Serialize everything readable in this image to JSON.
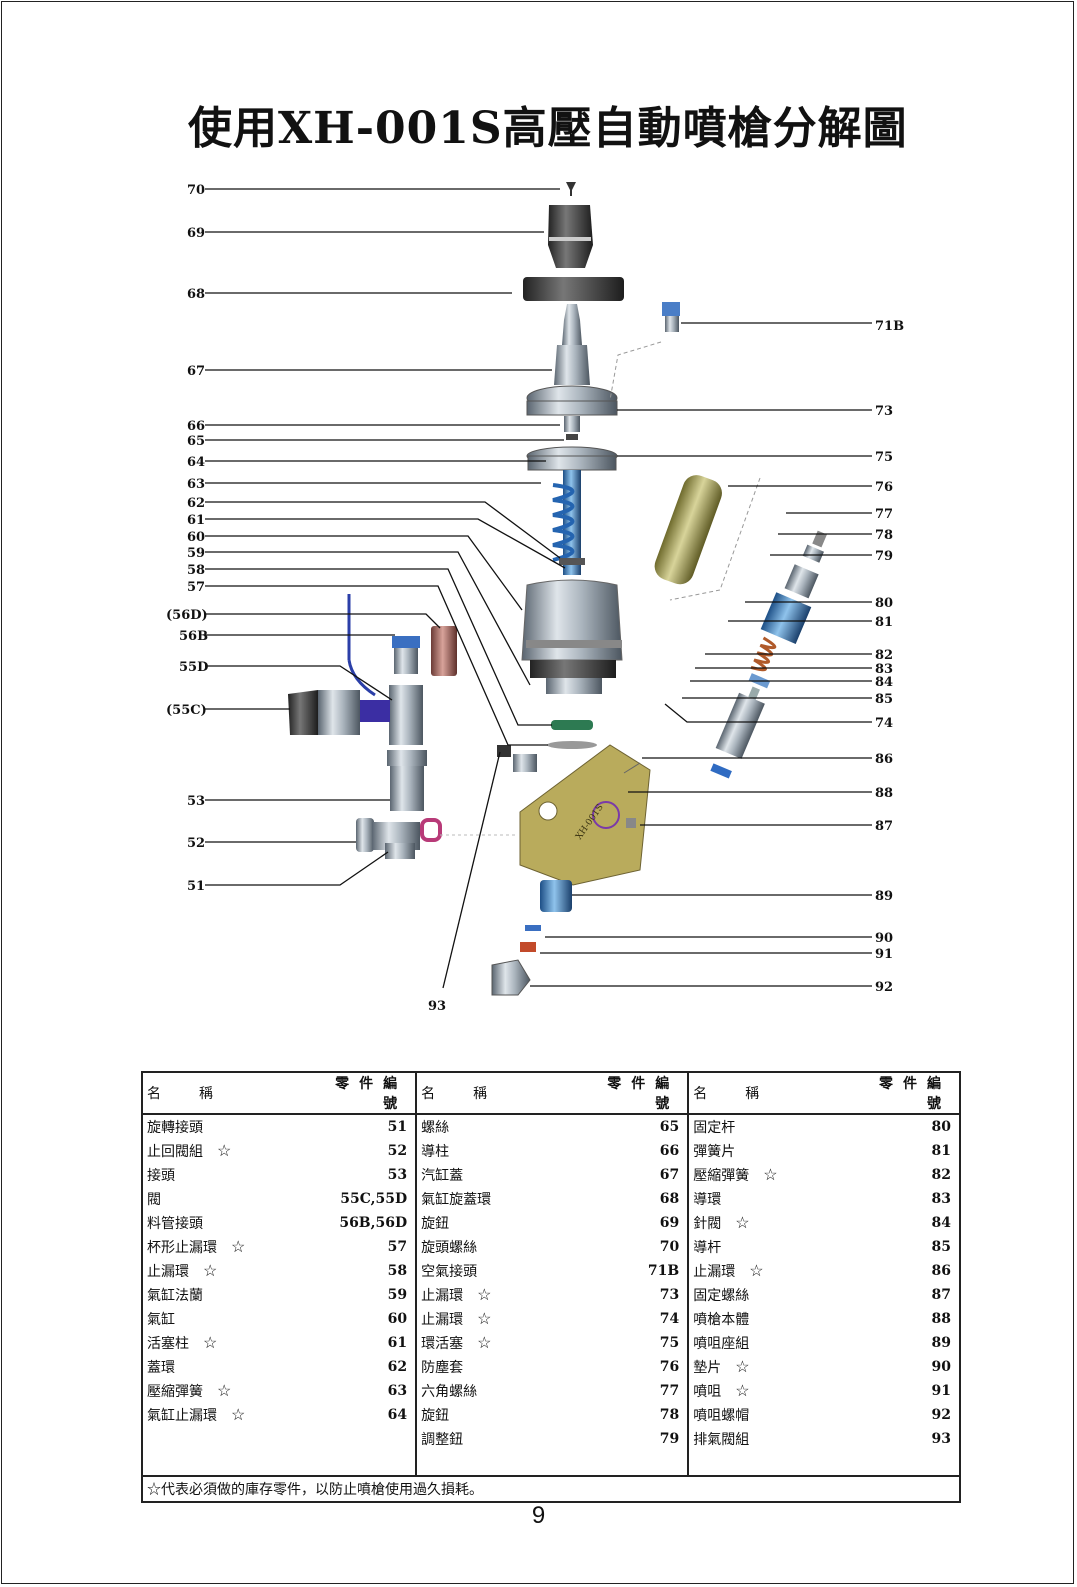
{
  "title": "使用XH-001S高壓自動噴槍分解圖",
  "diagram_labels_left": [
    "70",
    "69",
    "68",
    "67",
    "66",
    "65",
    "64",
    "63",
    "62",
    "61",
    "60",
    "59",
    "58",
    "57",
    "(56D)",
    "56B",
    "55D",
    "(55C)",
    "53",
    "52",
    "51"
  ],
  "diagram_labels_right": [
    "71B",
    "73",
    "75",
    "76",
    "77",
    "78",
    "79",
    "80",
    "81",
    "82",
    "83",
    "84",
    "85",
    "74",
    "86",
    "88",
    "87",
    "89",
    "90",
    "91",
    "92"
  ],
  "diagram_label_bottom": "93",
  "body_marking": "XH-001S",
  "table": {
    "header_name": "名稱",
    "header_num": "零件編號",
    "col1": [
      {
        "name": "旋轉接頭",
        "star": false,
        "num": "51"
      },
      {
        "name": "止回閥組",
        "star": true,
        "num": "52"
      },
      {
        "name": "接頭",
        "star": false,
        "num": "53"
      },
      {
        "name": "閥",
        "star": false,
        "num": "55C,55D"
      },
      {
        "name": "料管接頭",
        "star": false,
        "num": "56B,56D"
      },
      {
        "name": "杯形止漏環",
        "star": true,
        "num": "57"
      },
      {
        "name": "止漏環",
        "star": true,
        "num": "58"
      },
      {
        "name": "氣缸法蘭",
        "star": false,
        "num": "59"
      },
      {
        "name": "氣缸",
        "star": false,
        "num": "60"
      },
      {
        "name": "活塞柱",
        "star": true,
        "num": "61"
      },
      {
        "name": "蓋環",
        "star": false,
        "num": "62"
      },
      {
        "name": "壓縮彈簧",
        "star": true,
        "num": "63"
      },
      {
        "name": "氣缸止漏環",
        "star": true,
        "num": "64"
      }
    ],
    "col2": [
      {
        "name": "螺絲",
        "star": false,
        "num": "65"
      },
      {
        "name": "導柱",
        "star": false,
        "num": "66"
      },
      {
        "name": "汽缸蓋",
        "star": false,
        "num": "67"
      },
      {
        "name": "氣缸旋蓋環",
        "star": false,
        "num": "68"
      },
      {
        "name": "旋鈕",
        "star": false,
        "num": "69"
      },
      {
        "name": "旋頭螺絲",
        "star": false,
        "num": "70"
      },
      {
        "name": "空氣接頭",
        "star": false,
        "num": "71B"
      },
      {
        "name": "止漏環",
        "star": true,
        "num": "73"
      },
      {
        "name": "止漏環",
        "star": true,
        "num": "74"
      },
      {
        "name": "環活塞",
        "star": true,
        "num": "75"
      },
      {
        "name": "防塵套",
        "star": false,
        "num": "76"
      },
      {
        "name": "六角螺絲",
        "star": false,
        "num": "77"
      },
      {
        "name": "旋鈕",
        "star": false,
        "num": "78"
      },
      {
        "name": "調整鈕",
        "star": false,
        "num": "79"
      }
    ],
    "col3": [
      {
        "name": "固定杆",
        "star": false,
        "num": "80"
      },
      {
        "name": "彈簧片",
        "star": false,
        "num": "81"
      },
      {
        "name": "壓縮彈簧",
        "star": true,
        "num": "82"
      },
      {
        "name": "導環",
        "star": false,
        "num": "83"
      },
      {
        "name": "針閥",
        "star": true,
        "num": "84"
      },
      {
        "name": "導杆",
        "star": false,
        "num": "85"
      },
      {
        "name": "止漏環",
        "star": true,
        "num": "86"
      },
      {
        "name": "固定螺絲",
        "star": false,
        "num": "87"
      },
      {
        "name": "噴槍本體",
        "star": false,
        "num": "88"
      },
      {
        "name": "噴咀座組",
        "star": false,
        "num": "89"
      },
      {
        "name": "墊片",
        "star": true,
        "num": "90"
      },
      {
        "name": "噴咀",
        "star": true,
        "num": "91"
      },
      {
        "name": "噴咀螺帽",
        "star": false,
        "num": "92"
      },
      {
        "name": "排氣閥組",
        "star": false,
        "num": "93"
      }
    ],
    "star_symbol": "☆",
    "footnote": "☆代表必須做的庫存零件，以防止噴槍使用過久損耗。"
  },
  "page_number": "9"
}
